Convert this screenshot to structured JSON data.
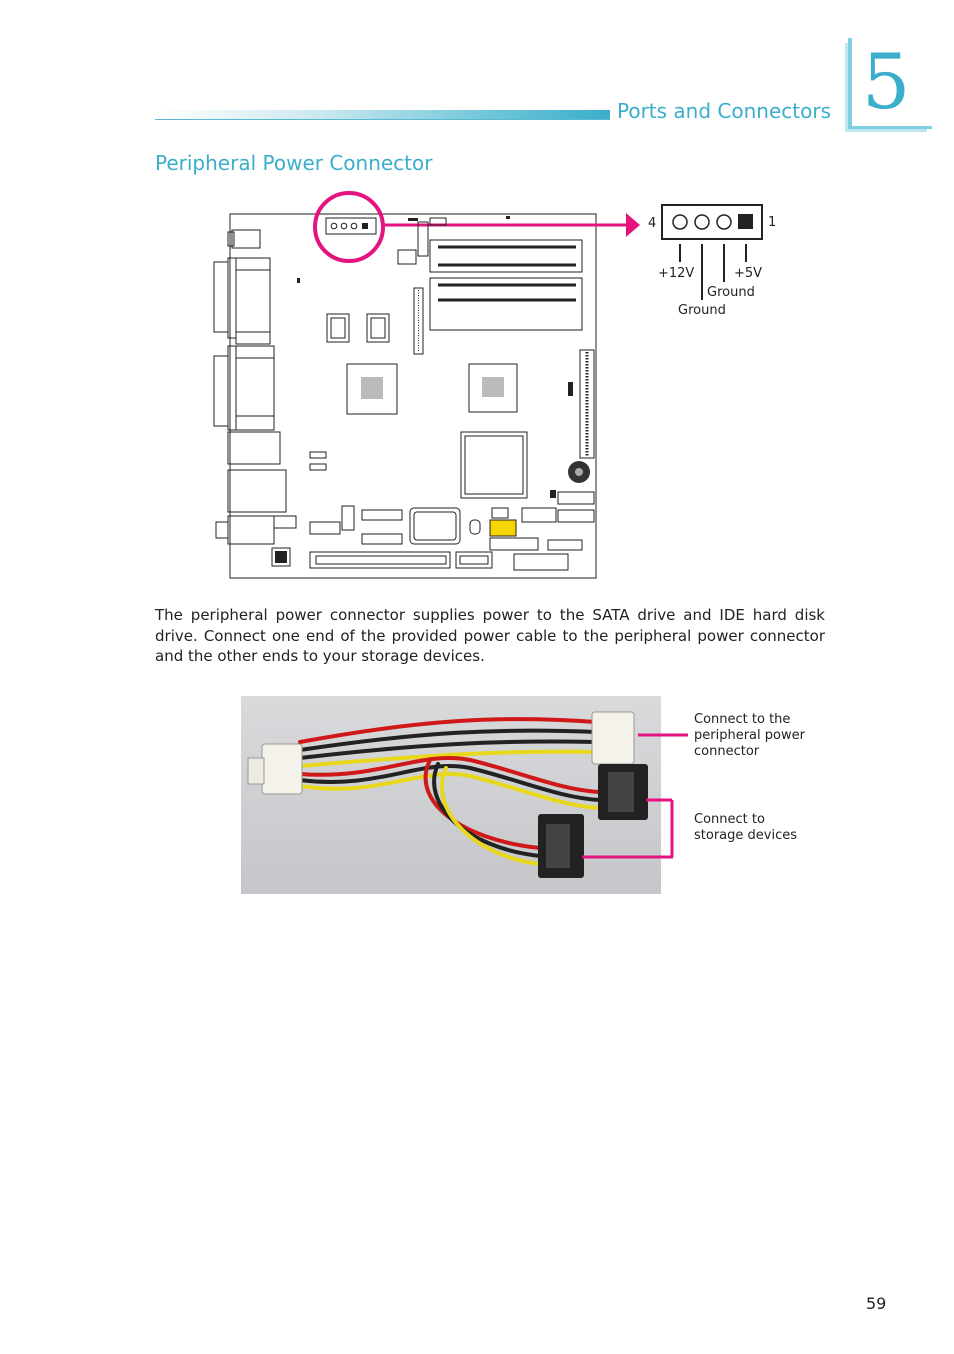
{
  "header": {
    "section_title": "Ports and Connectors",
    "chapter_number": "5"
  },
  "page": {
    "heading": "Peripheral Power Connector",
    "paragraph": "The peripheral power connector supplies power to the SATA drive and IDE hard disk drive. Connect one end of the provided power cable to the peripheral power connector and the other ends to your storage devices.",
    "page_number": "59"
  },
  "pinout": {
    "pin_left": "4",
    "pin_right": "1",
    "label_12v": "+12V",
    "label_5v": "+5V",
    "label_ground_a": "Ground",
    "label_ground_b": "Ground"
  },
  "cable_photo": {
    "callout_top": [
      "Connect to the",
      "peripheral power",
      "connector"
    ],
    "callout_bottom": [
      "Connect to",
      "storage devices"
    ]
  },
  "colors": {
    "accent": "#3aaecb",
    "highlight": "#e5137f"
  }
}
